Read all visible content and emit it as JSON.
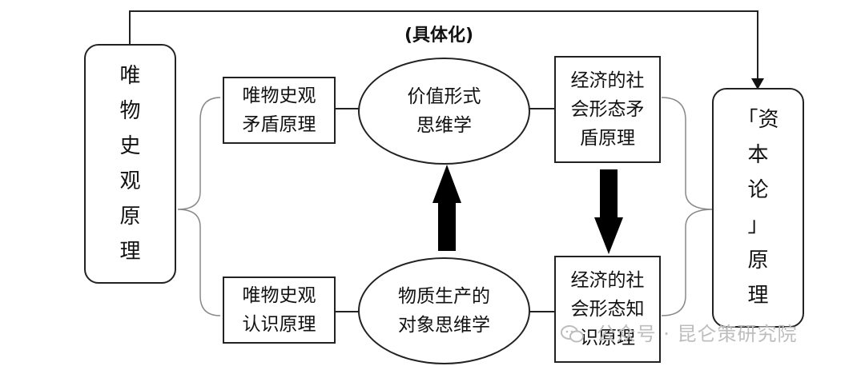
{
  "top_label": "(具体化)",
  "left_pillar": "唯\n物\n史\n观\n原\n理",
  "right_pillar": "「资\n本\n论\n」\n原\n理",
  "box_top_left": "唯物史观\n矛盾原理",
  "box_bottom_left": "唯物史观\n认识原理",
  "oval_top": "价值形式\n思维学",
  "oval_bottom": "物质生产的\n对象思维学",
  "box_top_right": "经济的社\n会形态矛\n盾原理",
  "box_bottom_right": "经济的社\n会形态知\n识原理",
  "watermark": "公众号 · 昆仑策研究院",
  "watermark_icon": "wechat-icon"
}
